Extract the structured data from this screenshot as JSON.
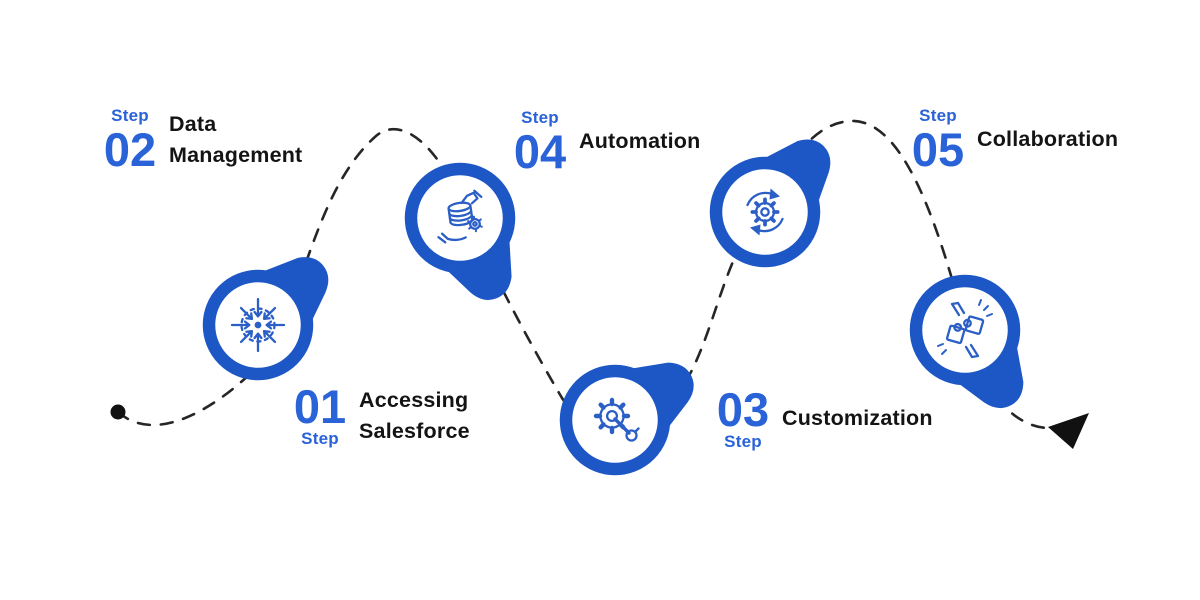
{
  "diagram": {
    "title_context": "Salesforce learning steps infographic",
    "step_label": "Step",
    "colors": {
      "ring_blue": "#1d57c6",
      "accent_text_blue": "#2a62d8",
      "icon_stroke_blue": "#2c5fc6",
      "title_text": "#141414",
      "connector": "#262626",
      "background": "#ffffff"
    },
    "connector": {
      "style": "dashed-curve",
      "start_marker": "dot",
      "end_marker": "arrowhead"
    },
    "steps": [
      {
        "number": "01",
        "title": "Accessing\nSalesforce",
        "icon": "converge-arrows-icon"
      },
      {
        "number": "02",
        "title": "Data\nManagement",
        "icon": "database-hand-icon"
      },
      {
        "number": "03",
        "title": "Customization",
        "icon": "gear-wrench-icon"
      },
      {
        "number": "04",
        "title": "Automation",
        "icon": "gear-cycle-icon"
      },
      {
        "number": "05",
        "title": "Collaboration",
        "icon": "puzzle-hands-icon"
      }
    ]
  }
}
